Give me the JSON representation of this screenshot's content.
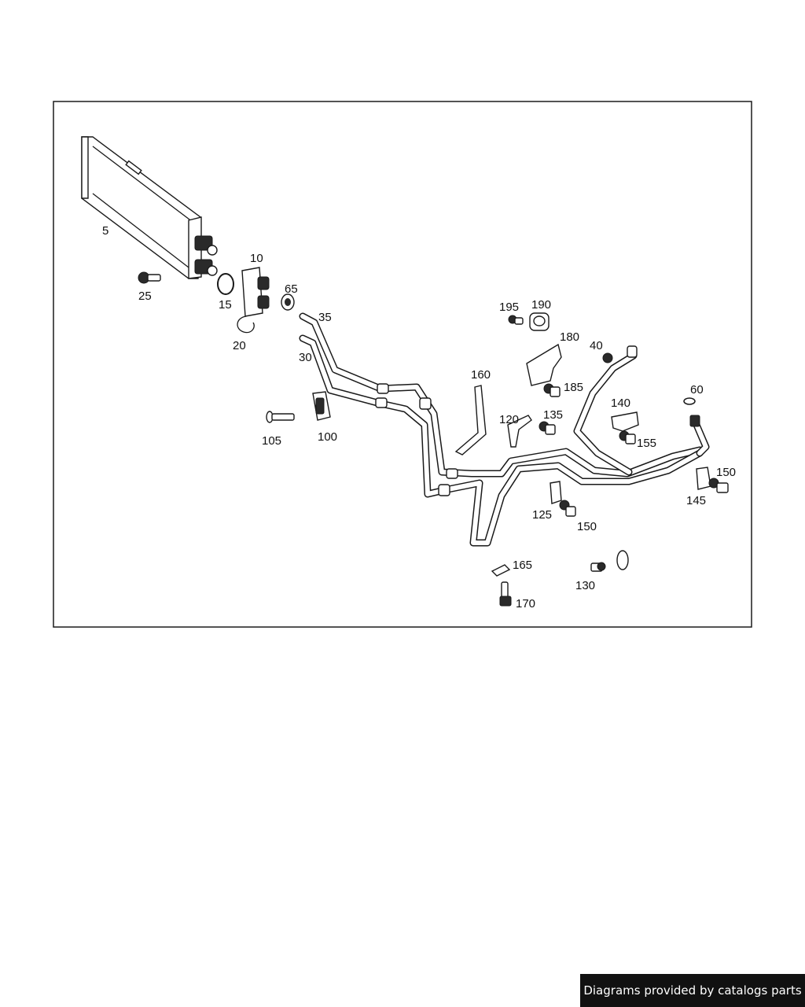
{
  "diagram": {
    "callouts": {
      "c5": "5",
      "c10": "10",
      "c15": "15",
      "c20": "20",
      "c25": "25",
      "c30": "30",
      "c35": "35",
      "c40": "40",
      "c60": "60",
      "c65": "65",
      "c100": "100",
      "c105": "105",
      "c120": "120",
      "c125": "125",
      "c130": "130",
      "c135": "135",
      "c140": "140",
      "c145": "145",
      "c150a": "150",
      "c150b": "150",
      "c155": "155",
      "c160": "160",
      "c165": "165",
      "c170": "170",
      "c180": "180",
      "c185": "185",
      "c190": "190",
      "c195": "195"
    }
  },
  "footer": {
    "attribution": "Diagrams provided by catalogs parts"
  }
}
